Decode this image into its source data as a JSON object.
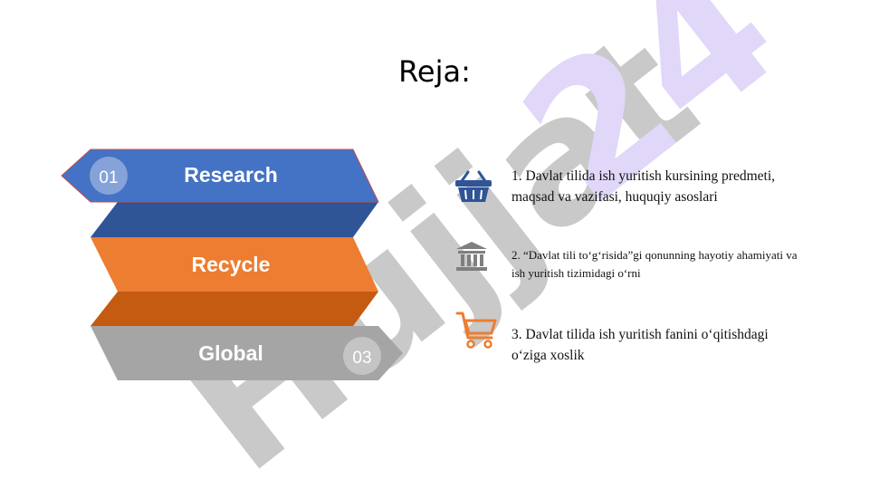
{
  "slide": {
    "title": "Reja:",
    "steps": [
      {
        "number": "01",
        "label": "Research",
        "color": "#4472C4",
        "shade": "#2F5597"
      },
      {
        "number": "",
        "label": "Recycle",
        "color": "#ED7D31",
        "shade": "#C55A11"
      },
      {
        "number": "03",
        "label": "Global",
        "color": "#A5A5A5",
        "shade": "#7F7F7F"
      }
    ],
    "items": [
      {
        "icon": "basket-icon",
        "color": "#2F5597",
        "text": "1. Davlat tilida ish yuritish kursining predmeti, maqsad va vazifasi, huquqiy asoslari"
      },
      {
        "icon": "bank-icon",
        "color": "#7F7F7F",
        "text": "2. “Davlat tili to‘g‘risida”gi qonunning hayotiy ahamiyati va ish yuritish tizimidagi o‘rni"
      },
      {
        "icon": "shopping-cart-icon",
        "color": "#ED7D31",
        "text": "3. Davlat tilida ish yuritish fanini o‘qitishdagi o‘ziga xoslik"
      }
    ],
    "watermark": {
      "text": "Hujjat 24",
      "color_text": "#9E9E9E",
      "color_number": "#C9B8F5"
    }
  }
}
